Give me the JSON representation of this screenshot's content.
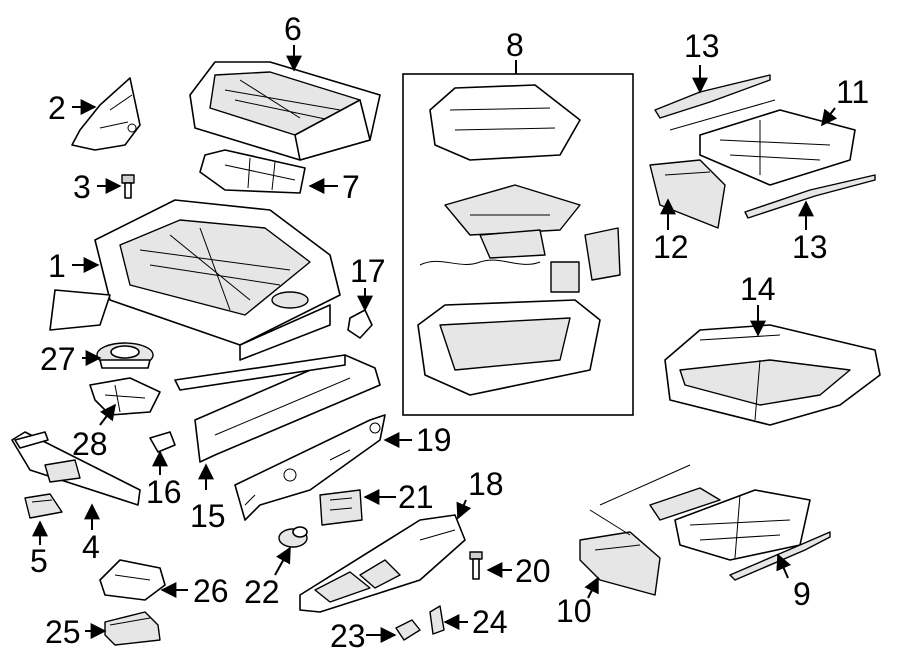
{
  "callouts": {
    "c1": "1",
    "c2": "2",
    "c3": "3",
    "c4": "4",
    "c5": "5",
    "c6": "6",
    "c7": "7",
    "c8": "8",
    "c9": "9",
    "c10": "10",
    "c11": "11",
    "c12": "12",
    "c13a": "13",
    "c13b": "13",
    "c14": "14",
    "c15": "15",
    "c16": "16",
    "c17": "17",
    "c18": "18",
    "c19": "19",
    "c20": "20",
    "c21": "21",
    "c22": "22",
    "c23": "23",
    "c24": "24",
    "c25": "25",
    "c26": "26",
    "c27": "27",
    "c28": "28"
  },
  "colors": {
    "line": "#000000",
    "background": "#ffffff",
    "shade": "#e6e6e6"
  }
}
